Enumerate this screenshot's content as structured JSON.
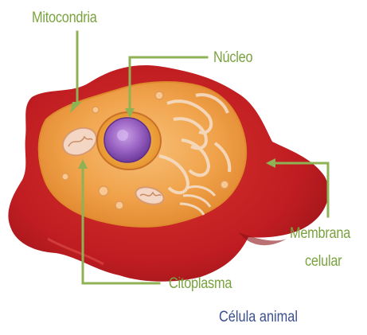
{
  "labels": {
    "mitocondria": "Mitocondria",
    "nucleo": "Núcleo",
    "membrana_line1": "Membrana",
    "membrana_line2": "celular",
    "citoplasma": "Citoplasma"
  },
  "caption": "Célula animal",
  "colors": {
    "label": "#7aa23f",
    "leader_line": "#8fb255",
    "caption": "#3b4f8f",
    "membrane": "#c41e22",
    "cytoplasm": "#f0a24a",
    "nucleus": "#8e58b8"
  }
}
